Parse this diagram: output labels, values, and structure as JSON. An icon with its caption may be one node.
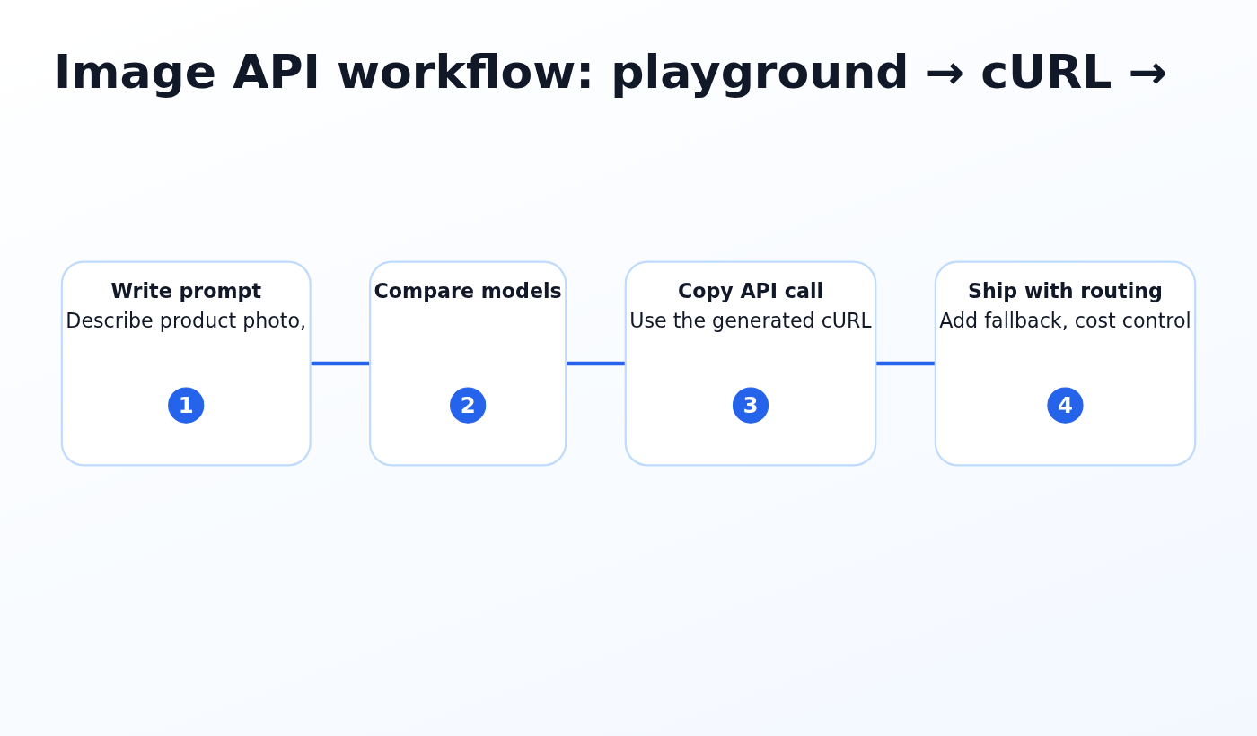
{
  "diagram": {
    "title": "Image API workflow: playground → cURL →",
    "nodes": [
      {
        "text": [
          "Write prompt",
          "Describe product photo,"
        ]
      },
      {
        "text": [
          "1"
        ],
        "in": 0
      },
      {
        "text": [
          "Compare models"
        ]
      },
      {
        "text": [
          "2"
        ],
        "in": 2
      },
      {
        "text": [
          "Copy API call",
          "Use the generated cURL"
        ]
      },
      {
        "text": [
          "3"
        ],
        "in": 4
      },
      {
        "text": [
          "Ship with routing",
          "Add fallback, cost control"
        ]
      },
      {
        "text": [
          "4"
        ],
        "in": 6
      }
    ],
    "edges": [
      {
        "from": 0,
        "to": 2,
        "arrow": "none"
      },
      {
        "from": 2,
        "to": 4,
        "arrow": "none"
      },
      {
        "from": 4,
        "to": 6,
        "arrow": "none"
      }
    ]
  }
}
